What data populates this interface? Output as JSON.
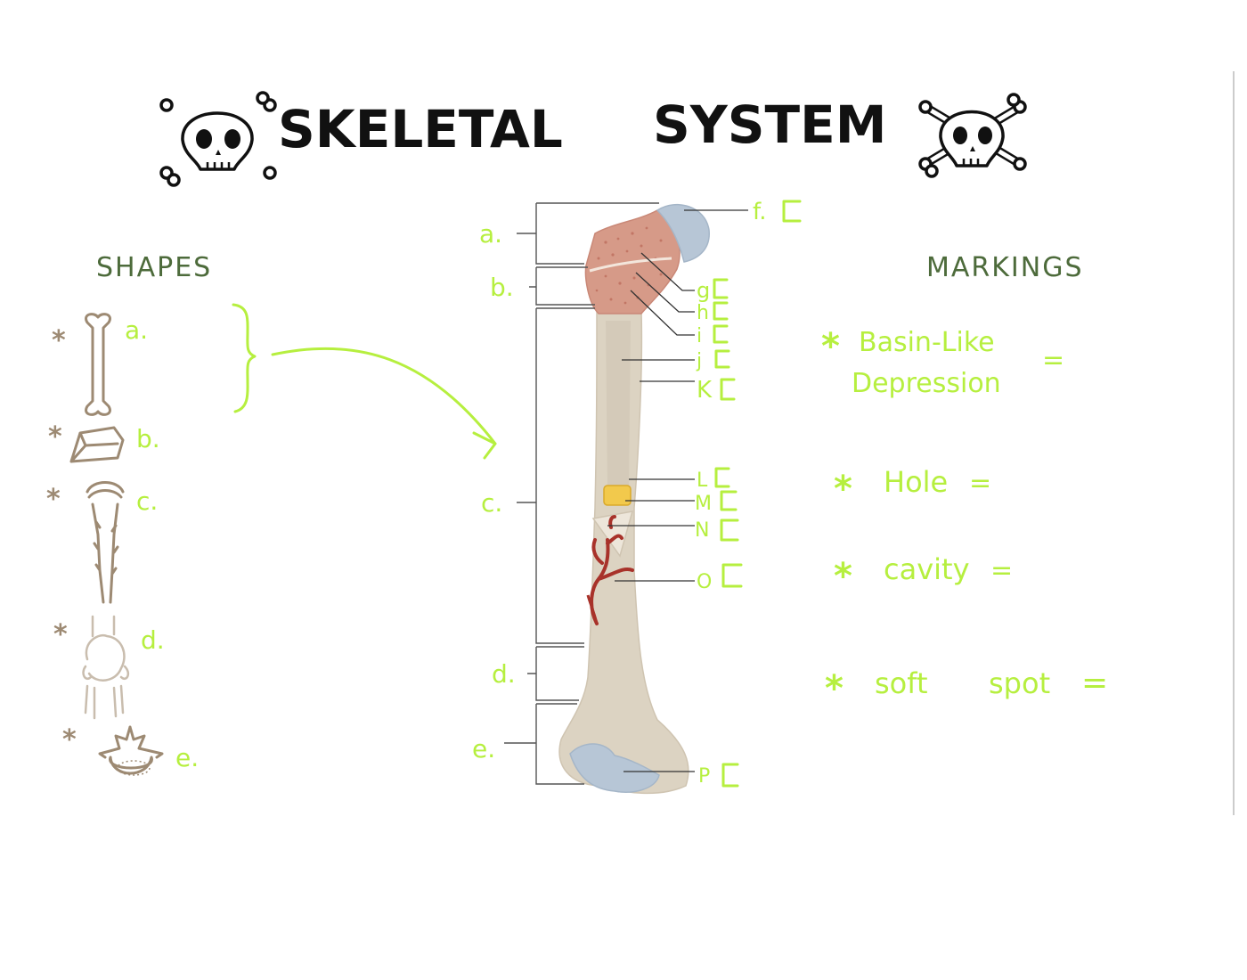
{
  "title": {
    "left": "SKELETAL",
    "right": "SYSTEM"
  },
  "shapes": {
    "heading": "SHAPES",
    "items": [
      {
        "star": "*",
        "letter": "a."
      },
      {
        "star": "*",
        "letter": "b."
      },
      {
        "star": "*",
        "letter": "c."
      },
      {
        "star": "*",
        "letter": "d."
      },
      {
        "star": "*",
        "letter": "e."
      }
    ]
  },
  "bone_regions": [
    {
      "letter": "a."
    },
    {
      "letter": "b."
    },
    {
      "letter": "c."
    },
    {
      "letter": "d."
    },
    {
      "letter": "e."
    }
  ],
  "bone_parts": [
    {
      "letter": "f."
    },
    {
      "letter": "g"
    },
    {
      "letter": "h"
    },
    {
      "letter": "i"
    },
    {
      "letter": "j"
    },
    {
      "letter": "K"
    },
    {
      "letter": "L"
    },
    {
      "letter": "M"
    },
    {
      "letter": "N"
    },
    {
      "letter": "O"
    },
    {
      "letter": "P"
    }
  ],
  "markings": {
    "heading": "MARKINGS",
    "items": [
      {
        "line1": "Basin-Like",
        "line2": "Depression",
        "eq": "="
      },
      {
        "line1": "Hole",
        "eq": "="
      },
      {
        "line1": "cavity",
        "eq": "="
      },
      {
        "line1": "soft",
        "line1b": "spot",
        "eq": "="
      }
    ]
  },
  "colors": {
    "green": "#b6ef3f",
    "tan": "#9d8a73",
    "heading": "#4d6b3b",
    "bone": "#dcd3c2",
    "cartilage": "#b7c6d6",
    "spongy": "#d69a88",
    "marrow": "#f2c94c",
    "vessel": "#a8322a"
  }
}
